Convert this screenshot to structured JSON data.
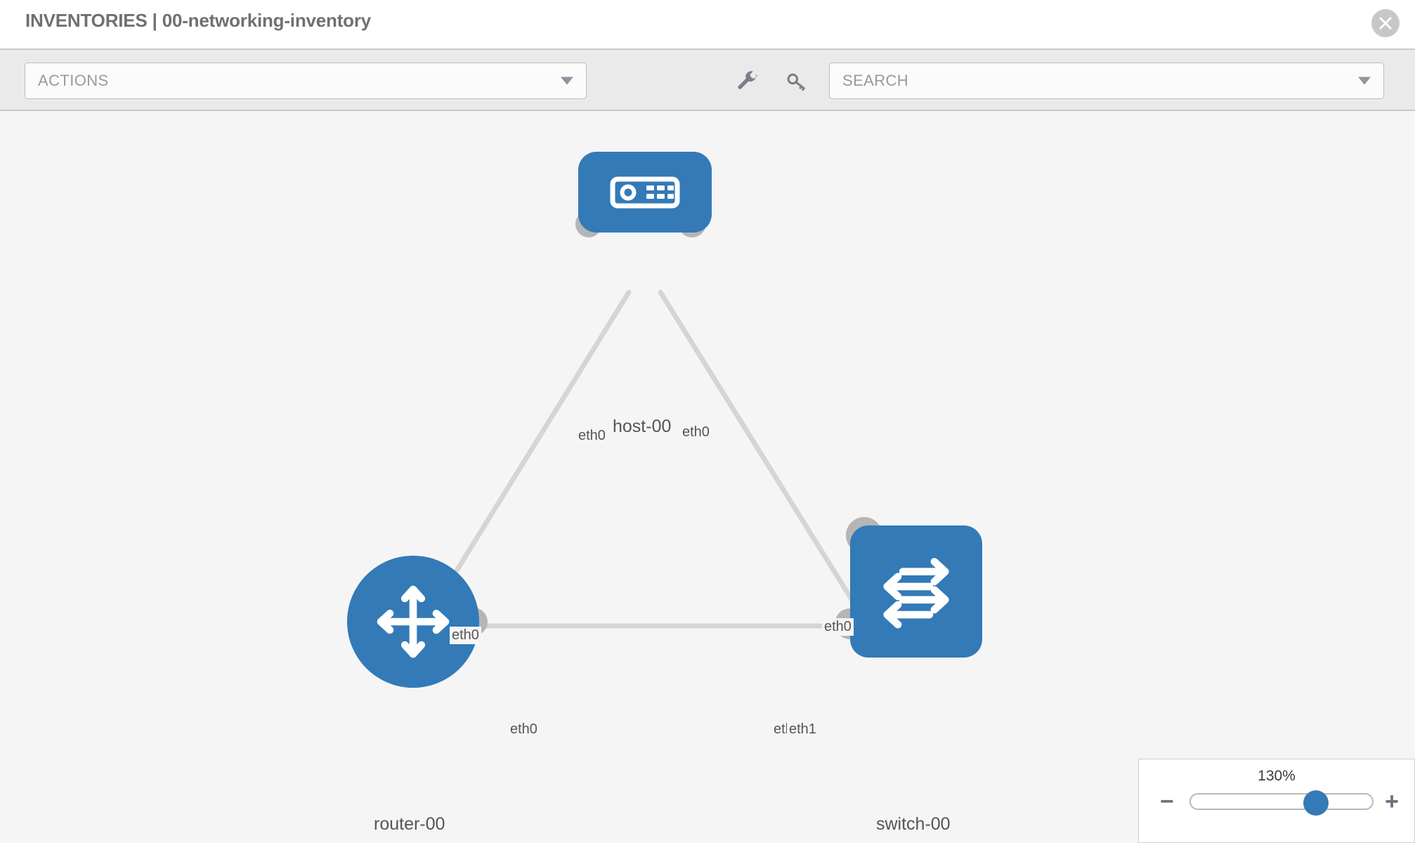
{
  "header": {
    "title": "INVENTORIES | 00-networking-inventory",
    "close_icon": "close-circle-icon"
  },
  "toolbar": {
    "actions": {
      "label": "ACTIONS",
      "caret_icon": "chevron-down-icon"
    },
    "search": {
      "placeholder": "SEARCH",
      "caret_icon": "chevron-down-icon"
    },
    "wrench_icon": "wrench-icon",
    "key_icon": "key-icon"
  },
  "topology": {
    "nodes": [
      {
        "id": "host-00",
        "label": "host-00",
        "type": "host",
        "icon": "server-icon",
        "shape": "rounded-rect",
        "color": "#337ab7"
      },
      {
        "id": "router-00",
        "label": "router-00",
        "type": "router",
        "icon": "router-icon",
        "shape": "circle",
        "color": "#337ab7"
      },
      {
        "id": "switch-00",
        "label": "switch-00",
        "type": "switch",
        "icon": "switch-icon",
        "shape": "rounded-rect",
        "color": "#337ab7"
      }
    ],
    "edges": [
      {
        "from": "router-00",
        "to": "host-00",
        "from_label": "eth0",
        "to_label": "eth0"
      },
      {
        "from": "host-00",
        "to": "switch-00",
        "from_label": "eth0",
        "to_label": "eth0"
      },
      {
        "from": "router-00",
        "to": "switch-00",
        "from_label": "eth0",
        "to_label": "eth1",
        "to_label_overlap": "eth0"
      }
    ],
    "link_color": "#d5d5d5",
    "nub_color": "#b5b5b5"
  },
  "zoom_control": {
    "value_label": "130%",
    "minus_label": "−",
    "plus_label": "+",
    "minus_icon": "minus-icon",
    "plus_icon": "plus-icon"
  }
}
